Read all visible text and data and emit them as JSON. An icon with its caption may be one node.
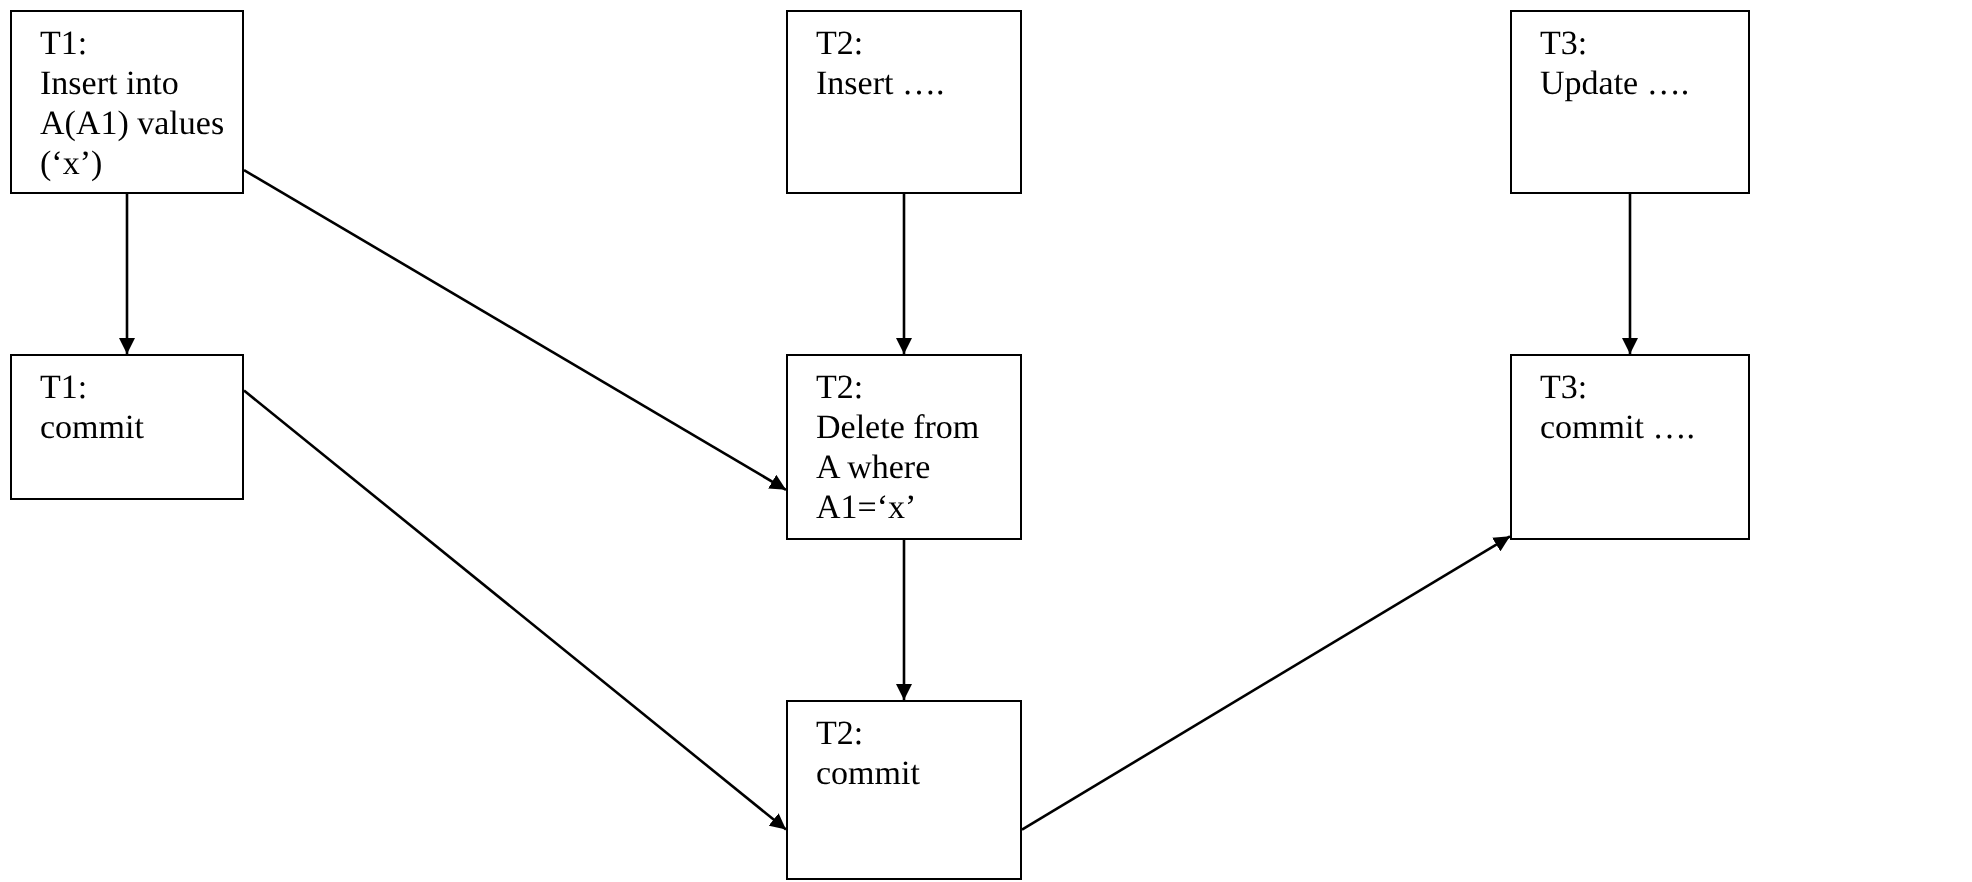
{
  "diagram": {
    "nodes": [
      {
        "text": [
          "T1:",
          "Insert into A(A1) values (‘x’)"
        ]
      },
      {
        "text": [
          "T2:",
          "Insert …."
        ]
      },
      {
        "text": [
          "T3:",
          "Update …."
        ]
      },
      {
        "text": [
          "T1:",
          "commit"
        ]
      },
      {
        "text": [
          "T2:",
          "Delete from A where A1=‘x’"
        ]
      },
      {
        "text": [
          "T3:",
          "commit …."
        ]
      },
      {
        "text": [
          "T2:",
          "commit"
        ]
      }
    ],
    "edges": [
      {
        "from": 0,
        "to": 3,
        "arrow": "to"
      },
      {
        "from": 0,
        "to": 4,
        "arrow": "to"
      },
      {
        "from": 1,
        "to": 4,
        "arrow": "to"
      },
      {
        "from": 2,
        "to": 5,
        "arrow": "to"
      },
      {
        "from": 3,
        "to": 6,
        "arrow": "to"
      },
      {
        "from": 4,
        "to": 6,
        "arrow": "to"
      },
      {
        "from": 6,
        "to": 5,
        "arrow": "to"
      }
    ]
  }
}
